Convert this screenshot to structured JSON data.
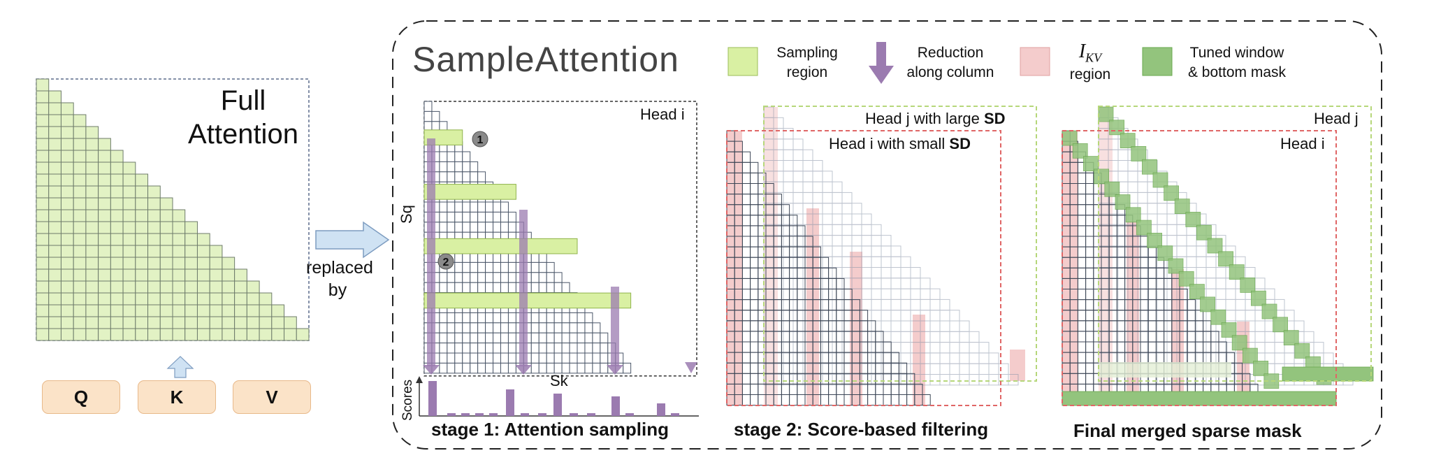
{
  "full": {
    "title_line1": "Full",
    "title_line2": "Attention",
    "inputs": [
      "Q",
      "K",
      "V"
    ]
  },
  "arrow_label_line1": "replaced",
  "arrow_label_line2": "by",
  "sample": {
    "title": "SampleAttention",
    "legend": [
      {
        "line1": "Sampling",
        "line2": "region",
        "color": "#d9f0a3"
      },
      {
        "line1": "Reduction",
        "line2": "along column",
        "color": "#9b7bb0"
      },
      {
        "line1": "I",
        "sub": "KV",
        "line2": "region",
        "color": "#f4cccc"
      },
      {
        "line1": "Tuned window",
        "line2": "& bottom mask",
        "color": "#93c47d"
      }
    ]
  },
  "stage1": {
    "head": "Head i",
    "markers": [
      "1",
      "2"
    ],
    "ylabel": "Sq",
    "xlabel": "Sk",
    "scores_label": "Scores",
    "caption": "stage 1: Attention sampling"
  },
  "stage2": {
    "head_j_prefix": "Head j with large ",
    "head_j_bold": "SD",
    "head_i_prefix": "Head i with small ",
    "head_i_bold": "SD",
    "caption": "stage 2: Score-based filtering"
  },
  "stage3": {
    "head_j": "Head j",
    "head_i": "Head i",
    "caption": "Final merged sparse mask"
  },
  "colors": {
    "green_light": "#e2f2c4",
    "green_sample": "#d9f0a3",
    "purple": "#9b7bb0",
    "pink": "#f4cccc",
    "green_dark": "#93c47d",
    "arrow_blue": "#cfe2f3",
    "red_dash": "#e06666",
    "green_dash": "#b6d77a"
  }
}
